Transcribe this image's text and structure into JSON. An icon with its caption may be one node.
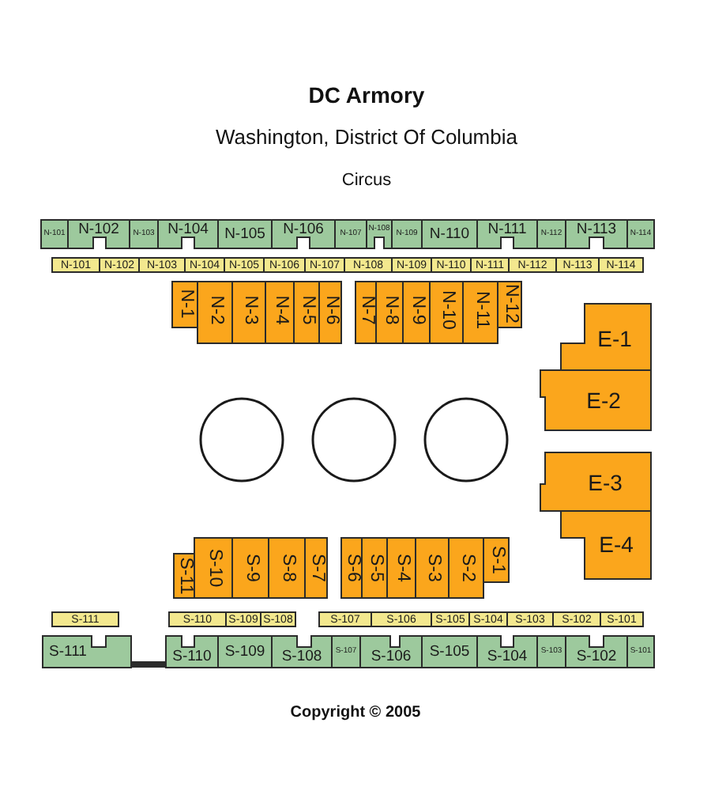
{
  "diagram": {
    "title": "DC Armory",
    "caption": "Copyright © 2005",
    "labels": [
      "Washington, District Of Columbia",
      "Circus"
    ],
    "nodes": [
      {
        "text": [
          "N-101"
        ]
      },
      {
        "text": [
          "N-102"
        ]
      },
      {
        "text": [
          "N-103"
        ]
      },
      {
        "text": [
          "N-104"
        ]
      },
      {
        "text": [
          "N-105"
        ]
      },
      {
        "text": [
          "N-106"
        ]
      },
      {
        "text": [
          "N-107"
        ]
      },
      {
        "text": [
          "N-108"
        ]
      },
      {
        "text": [
          "N-109"
        ]
      },
      {
        "text": [
          "N-110"
        ]
      },
      {
        "text": [
          "N-111"
        ]
      },
      {
        "text": [
          "N-112"
        ]
      },
      {
        "text": [
          "N-113"
        ]
      },
      {
        "text": [
          "N-114"
        ]
      },
      {
        "text": [
          "N-101"
        ]
      },
      {
        "text": [
          "N-102"
        ]
      },
      {
        "text": [
          "N-103"
        ]
      },
      {
        "text": [
          "N-104"
        ]
      },
      {
        "text": [
          "N-105"
        ]
      },
      {
        "text": [
          "N-106"
        ]
      },
      {
        "text": [
          "N-107"
        ]
      },
      {
        "text": [
          "N-108"
        ]
      },
      {
        "text": [
          "N-109"
        ]
      },
      {
        "text": [
          "N-110"
        ]
      },
      {
        "text": [
          "N-111"
        ]
      },
      {
        "text": [
          "N-112"
        ]
      },
      {
        "text": [
          "N-113"
        ]
      },
      {
        "text": [
          "N-114"
        ]
      },
      {
        "text": [
          "N-1"
        ]
      },
      {
        "text": [
          "N-2"
        ]
      },
      {
        "text": [
          "N-3"
        ]
      },
      {
        "text": [
          "N-4"
        ]
      },
      {
        "text": [
          "N-5"
        ]
      },
      {
        "text": [
          "N-6"
        ]
      },
      {
        "text": [
          "N-7"
        ]
      },
      {
        "text": [
          "N-8"
        ]
      },
      {
        "text": [
          "N-9"
        ]
      },
      {
        "text": [
          "N-10"
        ]
      },
      {
        "text": [
          "N-11"
        ]
      },
      {
        "text": [
          "N-12"
        ]
      },
      {
        "text": [
          "E-1"
        ]
      },
      {
        "text": [
          "E-2"
        ]
      },
      {
        "text": [
          "E-3"
        ]
      },
      {
        "text": [
          "E-4"
        ]
      },
      {
        "text": [
          "S-11"
        ]
      },
      {
        "text": [
          "S-10"
        ]
      },
      {
        "text": [
          "S-9"
        ]
      },
      {
        "text": [
          "S-8"
        ]
      },
      {
        "text": [
          "S-7"
        ]
      },
      {
        "text": [
          "S-6"
        ]
      },
      {
        "text": [
          "S-5"
        ]
      },
      {
        "text": [
          "S-4"
        ]
      },
      {
        "text": [
          "S-3"
        ]
      },
      {
        "text": [
          "S-2"
        ]
      },
      {
        "text": [
          "S-1"
        ]
      },
      {
        "text": [
          "S-111"
        ]
      },
      {
        "text": [
          "S-110"
        ]
      },
      {
        "text": [
          "S-109"
        ]
      },
      {
        "text": [
          "S-108"
        ]
      },
      {
        "text": [
          "S-107"
        ]
      },
      {
        "text": [
          "S-106"
        ]
      },
      {
        "text": [
          "S-105"
        ]
      },
      {
        "text": [
          "S-104"
        ]
      },
      {
        "text": [
          "S-103"
        ]
      },
      {
        "text": [
          "S-102"
        ]
      },
      {
        "text": [
          "S-101"
        ]
      },
      {
        "text": [
          "S-111"
        ]
      },
      {
        "text": [
          "S-110"
        ]
      },
      {
        "text": [
          "S-109"
        ]
      },
      {
        "text": [
          "S-108"
        ]
      },
      {
        "text": [
          "S-107"
        ]
      },
      {
        "text": [
          "S-106"
        ]
      },
      {
        "text": [
          "S-105"
        ]
      },
      {
        "text": [
          "S-104"
        ]
      },
      {
        "text": [
          "S-103"
        ]
      },
      {
        "text": [
          "S-102"
        ]
      },
      {
        "text": [
          "S-101"
        ]
      }
    ]
  }
}
